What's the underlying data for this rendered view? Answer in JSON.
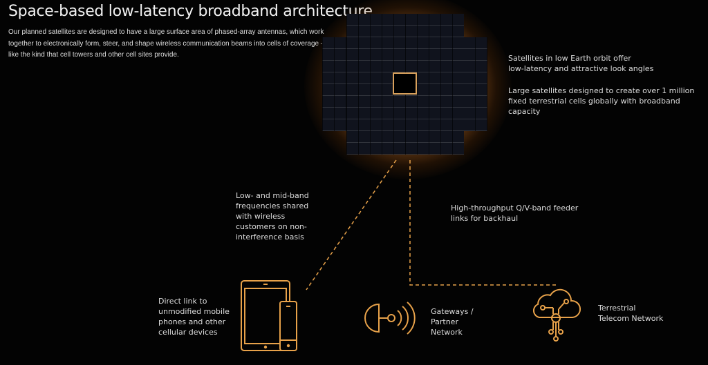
{
  "title": "Space-based low-latency broadband architecture.",
  "intro": "Our planned satellites are designed to have a large surface area of phased-array antennas, which work together to electronically form, steer, and shape wireless communication beams into cells of coverage – just like the kind that cell towers and other cell sites provide.",
  "labels": {
    "leo": [
      "Satellites in low Earth orbit offer",
      "low-latency and attractive look angles"
    ],
    "large": [
      "Large satellites designed to create over 1 million",
      "fixed terrestrial cells globally with broadband",
      "capacity"
    ],
    "bands": [
      "Low- and mid-band",
      "frequencies shared",
      "with wireless",
      "customers on non-",
      "interference basis"
    ],
    "feeder": [
      "High-throughput Q/V-band feeder",
      "links for backhaul"
    ],
    "direct": [
      "Direct link to",
      "unmodified mobile",
      "phones and other",
      "cellular devices"
    ],
    "gateways": [
      "Gateways /",
      "Partner",
      "Network"
    ],
    "terrestrial": [
      "Terrestrial",
      "Telecom Network"
    ]
  },
  "colors": {
    "accent": "#e8a24a",
    "background": "#030303"
  }
}
